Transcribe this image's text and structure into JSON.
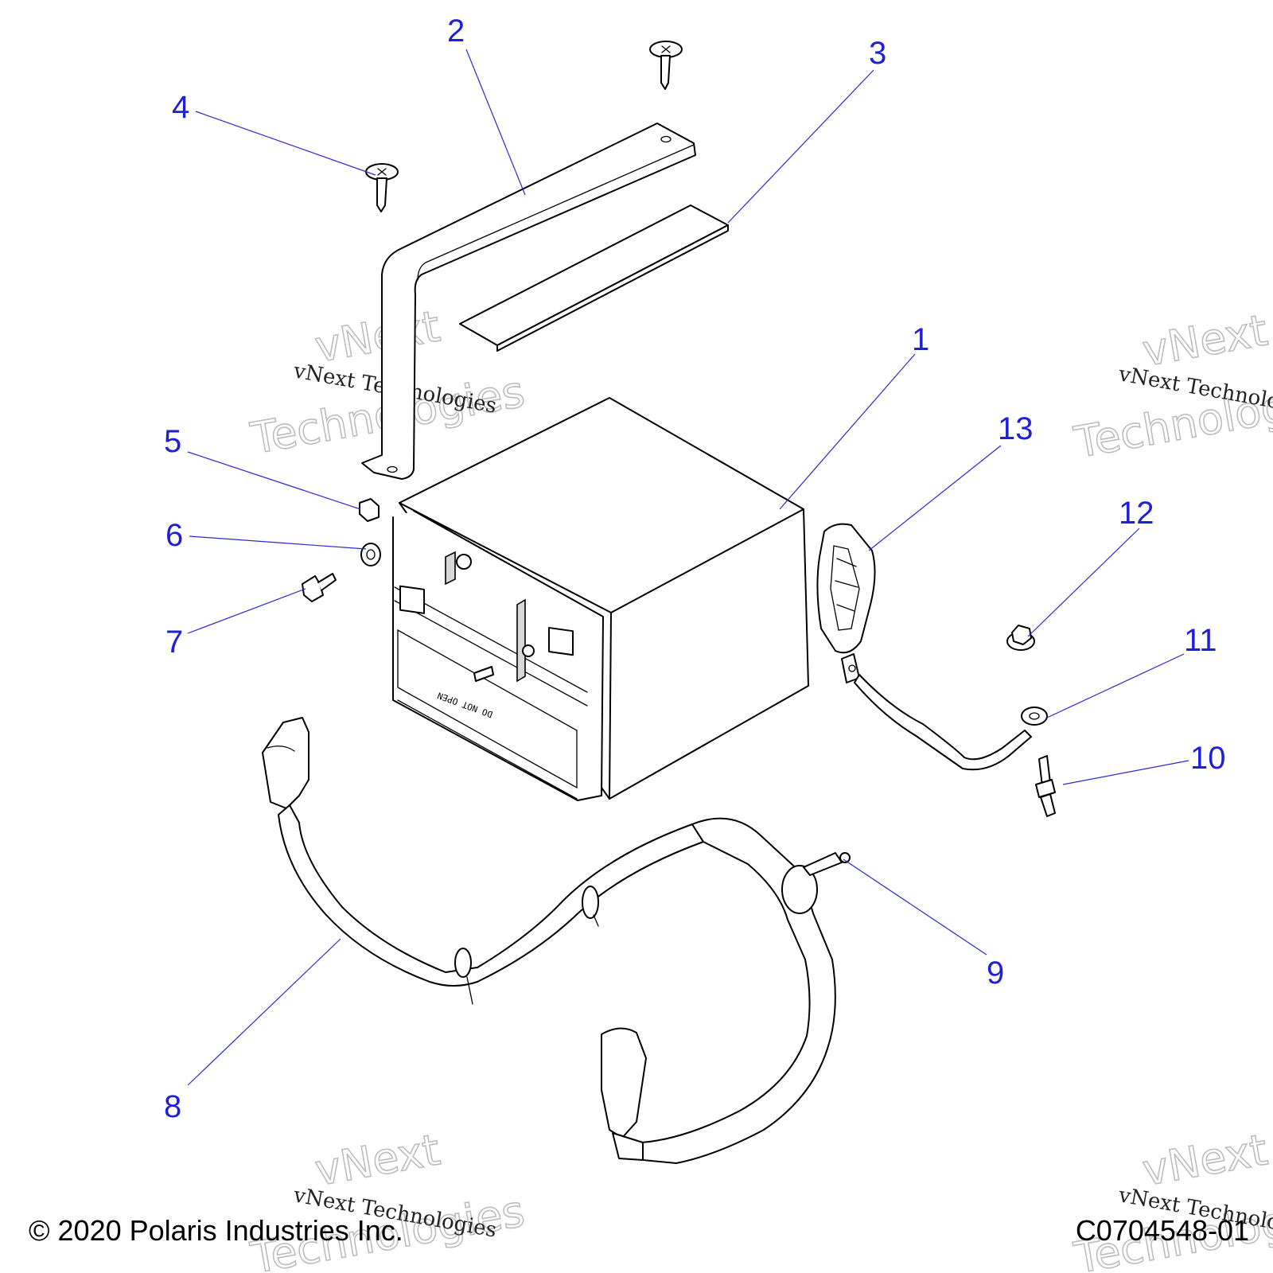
{
  "callouts": {
    "c1": "1",
    "c2": "2",
    "c3": "3",
    "c4": "4",
    "c5": "5",
    "c6": "6",
    "c7": "7",
    "c8": "8",
    "c9": "9",
    "c10": "10",
    "c11": "11",
    "c12": "12",
    "c13": "13"
  },
  "battery_label": "DO NOT OPEN",
  "watermark": {
    "script": "vNext Technologies",
    "outline_top": "vNext",
    "outline_bottom": "Technologies"
  },
  "footer": {
    "copyright": "© 2020 Polaris Industries Inc.",
    "figure_id": "C0704548-01"
  },
  "colors": {
    "callout": "#1f1fd6",
    "leader": "#2a2ad0",
    "linework": "#000000"
  }
}
